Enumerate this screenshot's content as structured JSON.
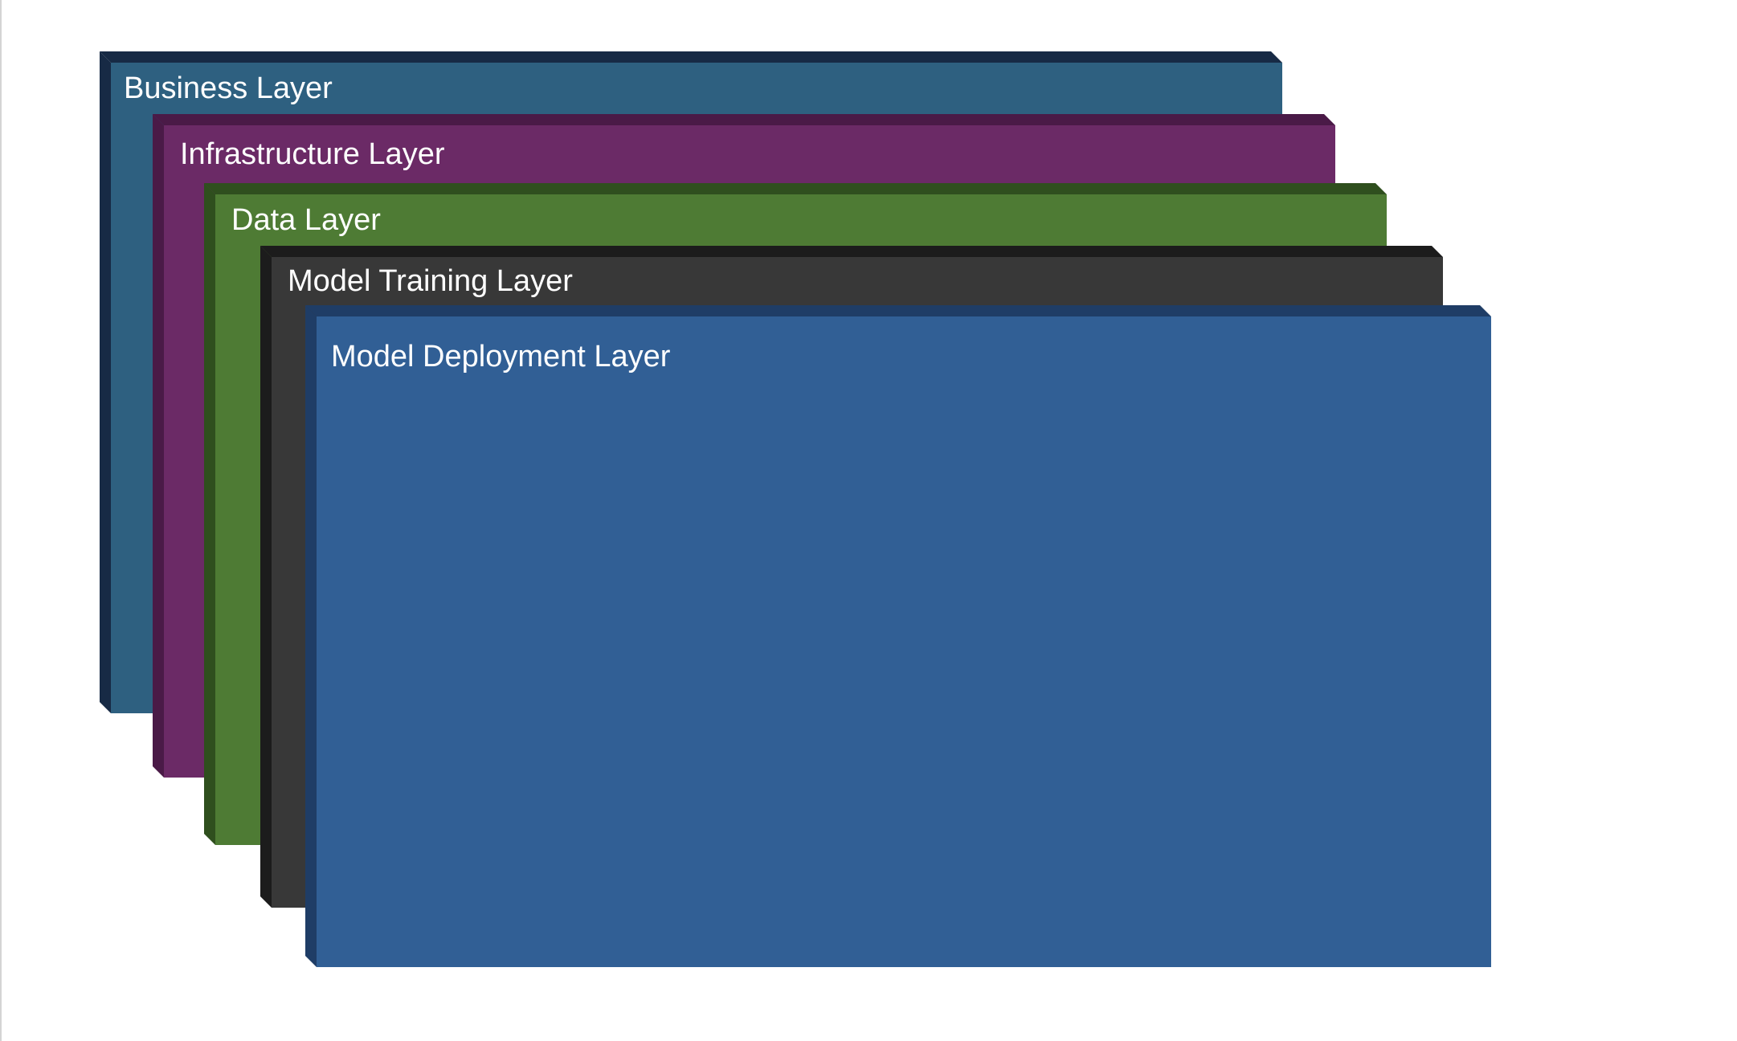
{
  "layers": [
    {
      "id": "business",
      "label": "Business Layer",
      "face_color": "#2e6080",
      "edge_color": "#172a45"
    },
    {
      "id": "infra",
      "label": "Infrastructure Layer",
      "face_color": "#6b2a66",
      "edge_color": "#4a1a47"
    },
    {
      "id": "data",
      "label": "Data Layer",
      "face_color": "#4e7b34",
      "edge_color": "#2f4f1e"
    },
    {
      "id": "training",
      "label": "Model Training Layer",
      "face_color": "#383838",
      "edge_color": "#1c1c1c"
    },
    {
      "id": "deployment",
      "label": "Model Deployment Layer",
      "face_color": "#315f95",
      "edge_color": "#1f3d66"
    }
  ]
}
